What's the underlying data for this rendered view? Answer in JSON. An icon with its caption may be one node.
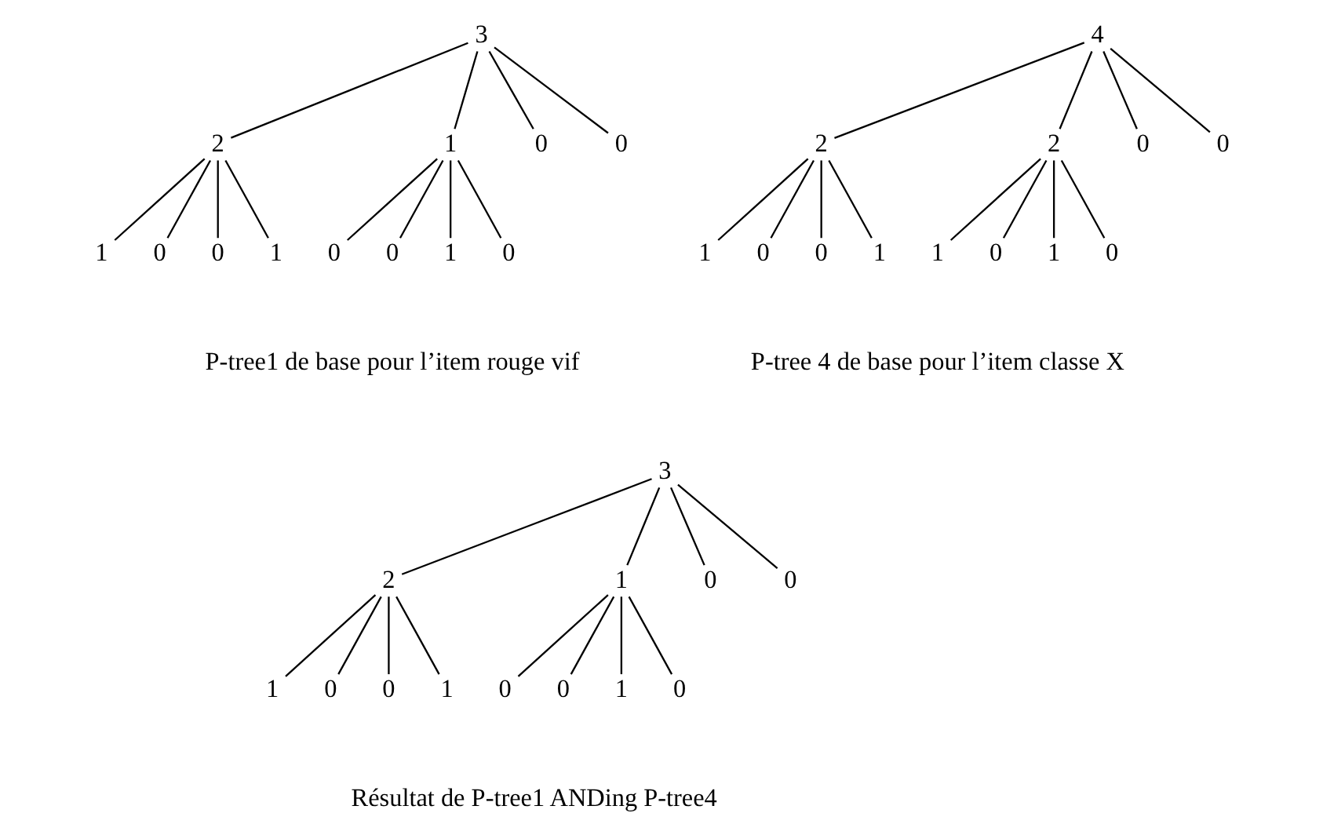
{
  "diagram": {
    "nodes": [
      {
        "text": [
          "3"
        ]
      },
      {
        "text": [
          "2"
        ]
      },
      {
        "text": [
          "1"
        ]
      },
      {
        "text": [
          "0"
        ]
      },
      {
        "text": [
          "0"
        ]
      },
      {
        "text": [
          "1"
        ]
      },
      {
        "text": [
          "0"
        ]
      },
      {
        "text": [
          "0"
        ]
      },
      {
        "text": [
          "1"
        ]
      },
      {
        "text": [
          "0"
        ]
      },
      {
        "text": [
          "0"
        ]
      },
      {
        "text": [
          "1"
        ]
      },
      {
        "text": [
          "0"
        ]
      },
      {
        "text": [
          "4"
        ]
      },
      {
        "text": [
          "2"
        ]
      },
      {
        "text": [
          "2"
        ]
      },
      {
        "text": [
          "0"
        ]
      },
      {
        "text": [
          "0"
        ]
      },
      {
        "text": [
          "1"
        ]
      },
      {
        "text": [
          "0"
        ]
      },
      {
        "text": [
          "0"
        ]
      },
      {
        "text": [
          "1"
        ]
      },
      {
        "text": [
          "1"
        ]
      },
      {
        "text": [
          "0"
        ]
      },
      {
        "text": [
          "1"
        ]
      },
      {
        "text": [
          "0"
        ]
      },
      {
        "text": [
          "3"
        ]
      },
      {
        "text": [
          "2"
        ]
      },
      {
        "text": [
          "1"
        ]
      },
      {
        "text": [
          "0"
        ]
      },
      {
        "text": [
          "0"
        ]
      },
      {
        "text": [
          "1"
        ]
      },
      {
        "text": [
          "0"
        ]
      },
      {
        "text": [
          "0"
        ]
      },
      {
        "text": [
          "1"
        ]
      },
      {
        "text": [
          "0"
        ]
      },
      {
        "text": [
          "0"
        ]
      },
      {
        "text": [
          "1"
        ]
      },
      {
        "text": [
          "0"
        ]
      }
    ],
    "edges": [
      {
        "from": 0,
        "to": 1,
        "arrow": "none"
      },
      {
        "from": 0,
        "to": 2,
        "arrow": "none"
      },
      {
        "from": 0,
        "to": 3,
        "arrow": "none"
      },
      {
        "from": 0,
        "to": 4,
        "arrow": "none"
      },
      {
        "from": 1,
        "to": 5,
        "arrow": "none"
      },
      {
        "from": 1,
        "to": 6,
        "arrow": "none"
      },
      {
        "from": 1,
        "to": 7,
        "arrow": "none"
      },
      {
        "from": 1,
        "to": 8,
        "arrow": "none"
      },
      {
        "from": 2,
        "to": 9,
        "arrow": "none"
      },
      {
        "from": 2,
        "to": 10,
        "arrow": "none"
      },
      {
        "from": 2,
        "to": 11,
        "arrow": "none"
      },
      {
        "from": 2,
        "to": 12,
        "arrow": "none"
      },
      {
        "from": 13,
        "to": 14,
        "arrow": "none"
      },
      {
        "from": 13,
        "to": 15,
        "arrow": "none"
      },
      {
        "from": 13,
        "to": 16,
        "arrow": "none"
      },
      {
        "from": 13,
        "to": 17,
        "arrow": "none"
      },
      {
        "from": 14,
        "to": 18,
        "arrow": "none"
      },
      {
        "from": 14,
        "to": 19,
        "arrow": "none"
      },
      {
        "from": 14,
        "to": 20,
        "arrow": "none"
      },
      {
        "from": 14,
        "to": 21,
        "arrow": "none"
      },
      {
        "from": 15,
        "to": 22,
        "arrow": "none"
      },
      {
        "from": 15,
        "to": 23,
        "arrow": "none"
      },
      {
        "from": 15,
        "to": 24,
        "arrow": "none"
      },
      {
        "from": 15,
        "to": 25,
        "arrow": "none"
      },
      {
        "from": 26,
        "to": 27,
        "arrow": "none"
      },
      {
        "from": 26,
        "to": 28,
        "arrow": "none"
      },
      {
        "from": 26,
        "to": 29,
        "arrow": "none"
      },
      {
        "from": 26,
        "to": 30,
        "arrow": "none"
      },
      {
        "from": 27,
        "to": 31,
        "arrow": "none"
      },
      {
        "from": 27,
        "to": 32,
        "arrow": "none"
      },
      {
        "from": 27,
        "to": 33,
        "arrow": "none"
      },
      {
        "from": 27,
        "to": 34,
        "arrow": "none"
      },
      {
        "from": 28,
        "to": 35,
        "arrow": "none"
      },
      {
        "from": 28,
        "to": 36,
        "arrow": "none"
      },
      {
        "from": 28,
        "to": 37,
        "arrow": "none"
      },
      {
        "from": 28,
        "to": 38,
        "arrow": "none"
      }
    ],
    "labels": [
      "P-tree1 de base pour l’item rouge vif",
      "P-tree 4 de base pour l’item classe X",
      "Résultat de P-tree1 ANDing P-tree4"
    ]
  }
}
